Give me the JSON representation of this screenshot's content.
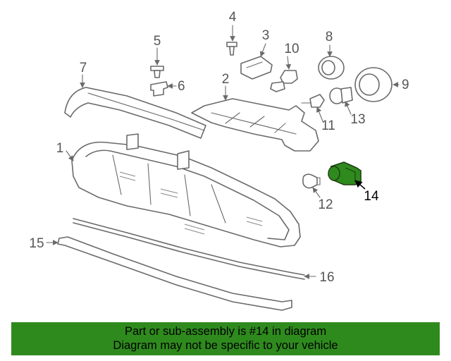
{
  "callouts": {
    "c1": "1",
    "c2": "2",
    "c3": "3",
    "c4": "4",
    "c5": "5",
    "c6": "6",
    "c7": "7",
    "c8": "8",
    "c9": "9",
    "c10": "10",
    "c11": "11",
    "c12": "12",
    "c13": "13",
    "c14": "14",
    "c15": "15",
    "c16": "16"
  },
  "highlight": {
    "part": "14",
    "color": "#2f8a1e"
  },
  "banner": {
    "line1": "Part or sub-assembly is #14 in diagram",
    "line2": "Diagram may not be specific to your vehicle",
    "color": "#2f8a1e"
  }
}
